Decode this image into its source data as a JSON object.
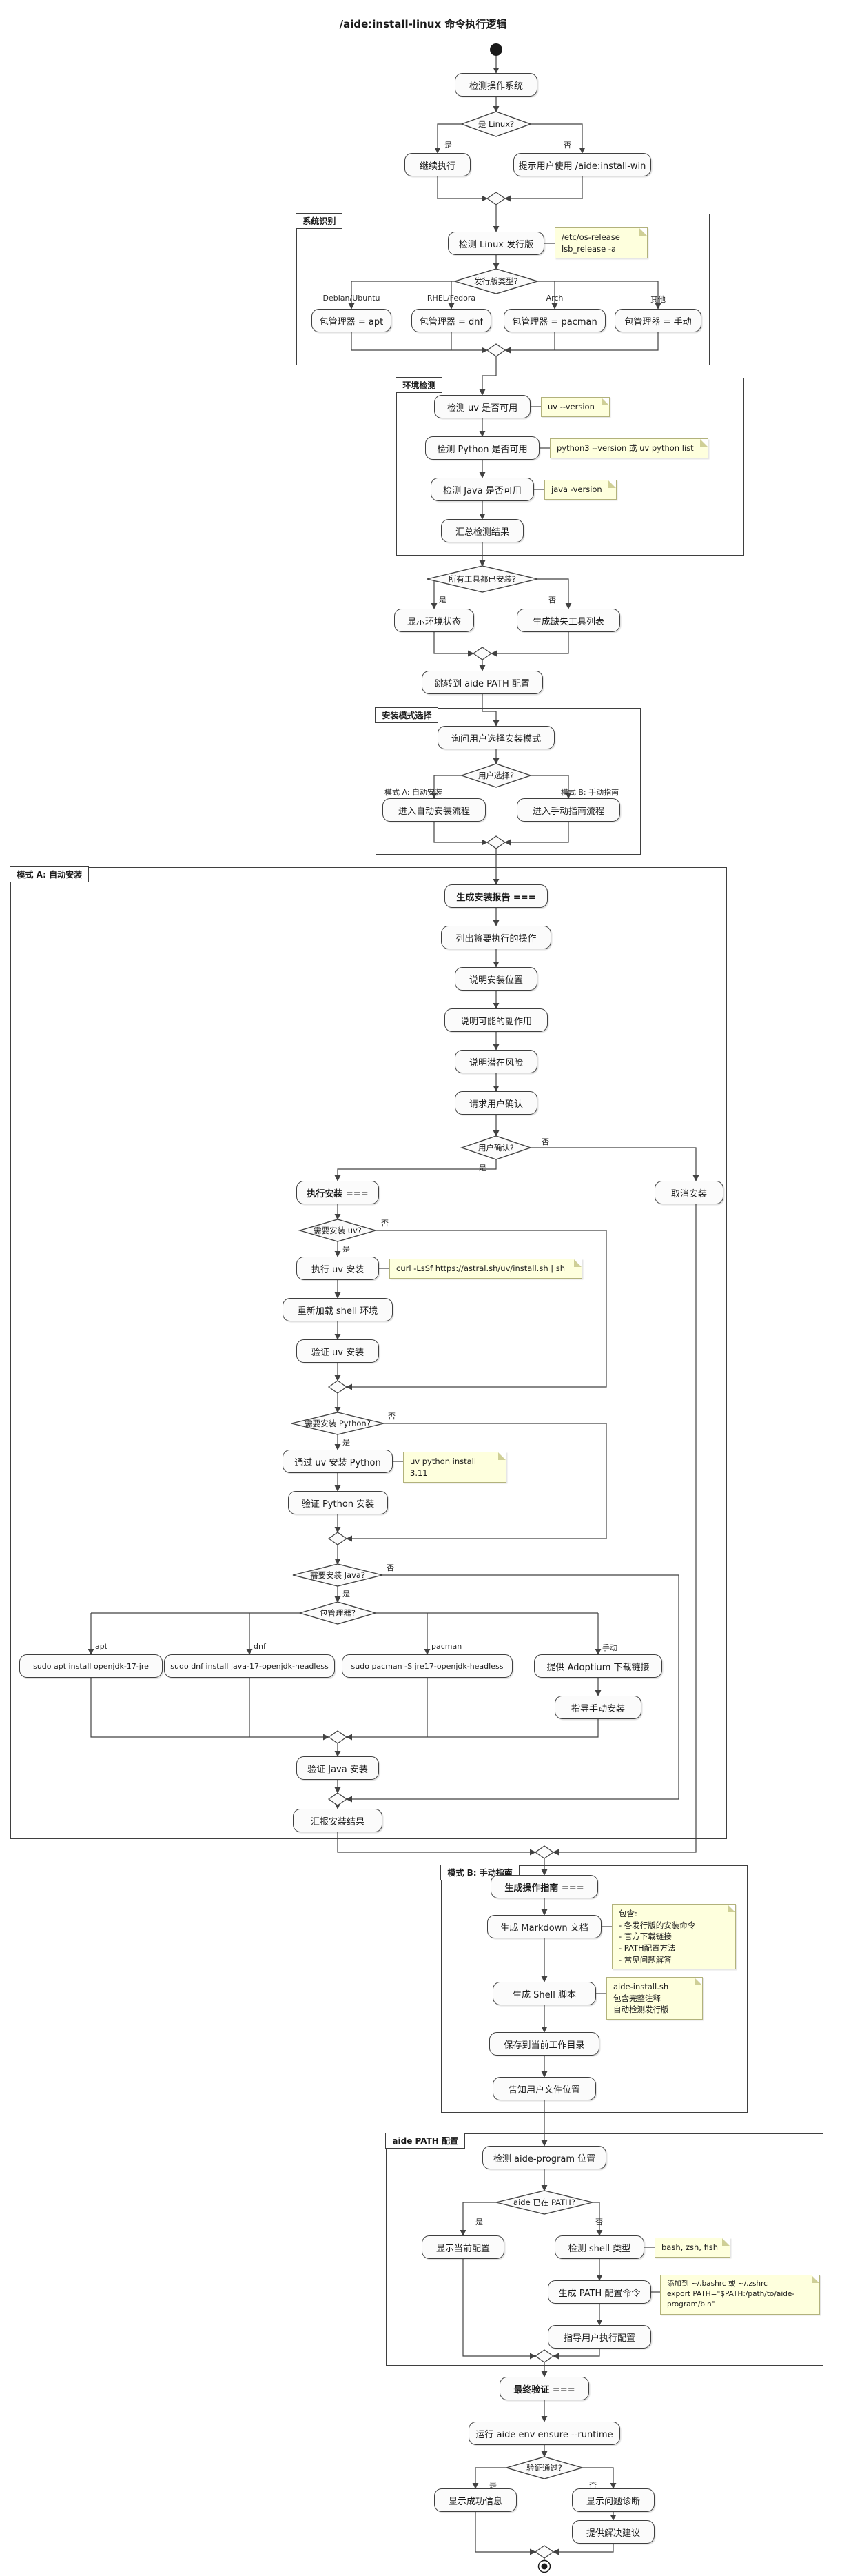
{
  "title": "/aide:install-linux 命令执行逻辑",
  "partitions": {
    "sys": "系统识别",
    "env": "环境检测",
    "mode_select": "安装模式选择",
    "mode_a": "模式 A: 自动安装",
    "mode_b": "模式 B: 手动指南",
    "path_cfg": "aide PATH 配置"
  },
  "nodes": {
    "detect_os": "检测操作系统",
    "continue_exec": "继续执行",
    "use_win": "提示用户使用 /aide:install-win",
    "detect_distro": "检测 Linux 发行版",
    "pm_apt": "包管理器 = apt",
    "pm_dnf": "包管理器 = dnf",
    "pm_pacman": "包管理器 = pacman",
    "pm_manual": "包管理器 = 手动",
    "check_uv": "检测 uv 是否可用",
    "check_python": "检测 Python 是否可用",
    "check_java": "检测 Java 是否可用",
    "summarize": "汇总检测结果",
    "show_env": "显示环境状态",
    "missing_list": "生成缺失工具列表",
    "goto_path": "跳转到 aide PATH 配置",
    "ask_mode": "询问用户选择安装模式",
    "enter_auto": "进入自动安装流程",
    "enter_manual": "进入手动指南流程",
    "gen_report": "生成安装报告 ===",
    "list_ops": "列出将要执行的操作",
    "explain_loc": "说明安装位置",
    "explain_side": "说明可能的副作用",
    "explain_risk": "说明潜在风险",
    "req_confirm": "请求用户确认",
    "cancel": "取消安装",
    "exec_install": "执行安装 ===",
    "install_uv": "执行 uv 安装",
    "reload_shell": "重新加载 shell 环境",
    "verify_uv": "验证 uv 安装",
    "install_python": "通过 uv 安装 Python",
    "verify_python": "验证 Python 安装",
    "java_apt": "sudo apt install openjdk-17-jre",
    "java_dnf": "sudo dnf install java-17-openjdk-headless",
    "java_pacman": "sudo pacman -S jre17-openjdk-headless",
    "adoptium": "提供 Adoptium 下载链接",
    "guide_manual": "指导手动安装",
    "verify_java": "验证 Java 安装",
    "report_result": "汇报安装结果",
    "gen_guide": "生成操作指南 ===",
    "gen_md": "生成 Markdown 文档",
    "gen_sh": "生成 Shell 脚本",
    "save_cwd": "保存到当前工作目录",
    "tell_loc": "告知用户文件位置",
    "detect_aide": "检测 aide-program 位置",
    "show_cfg": "显示当前配置",
    "detect_shell": "检测 shell 类型",
    "gen_path_cmd": "生成 PATH 配置命令",
    "guide_cfg": "指导用户执行配置",
    "final_verify": "最终验证 ===",
    "run_ensure": "运行 aide env ensure --runtime",
    "show_success": "显示成功信息",
    "show_diag": "显示问题诊断",
    "suggest": "提供解决建议"
  },
  "conditions": {
    "is_linux": "是 Linux?",
    "distro_type": "发行版类型?",
    "all_installed": "所有工具都已安装?",
    "user_choice": "用户选择?",
    "user_confirm": "用户确认?",
    "need_uv": "需要安装 uv?",
    "need_python": "需要安装 Python?",
    "need_java": "需要安装 Java?",
    "pm": "包管理器?",
    "in_path": "aide 已在 PATH?",
    "verify_ok": "验证通过?"
  },
  "edge_labels": {
    "yes": "是",
    "no": "否",
    "debian": "Debian/Ubuntu",
    "rhel": "RHEL/Fedora",
    "arch": "Arch",
    "other": "其他",
    "mode_a": "模式 A: 自动安装",
    "mode_b": "模式 B: 手动指南",
    "apt": "apt",
    "dnf": "dnf",
    "pacman": "pacman",
    "manual": "手动"
  },
  "notes": {
    "os_release": "/etc/os-release\nlsb_release -a",
    "uv_version": "uv --version",
    "python_version": "python3 --version 或 uv python list",
    "java_version": "java -version",
    "curl_uv": "curl -LsSf https://astral.sh/uv/install.sh | sh",
    "uv_python": "uv python install 3.11",
    "md_doc": "包含:\n- 各发行版的安装命令\n- 官方下载链接\n- PATH配置方法\n- 常见问题解答",
    "sh_script": "aide-install.sh\n包含完整注释\n自动检测发行版",
    "shells": "bash, zsh, fish",
    "path_export": "添加到 ~/.bashrc 或 ~/.zshrc\nexport PATH=\"$PATH:/path/to/aide-program/bin\""
  }
}
